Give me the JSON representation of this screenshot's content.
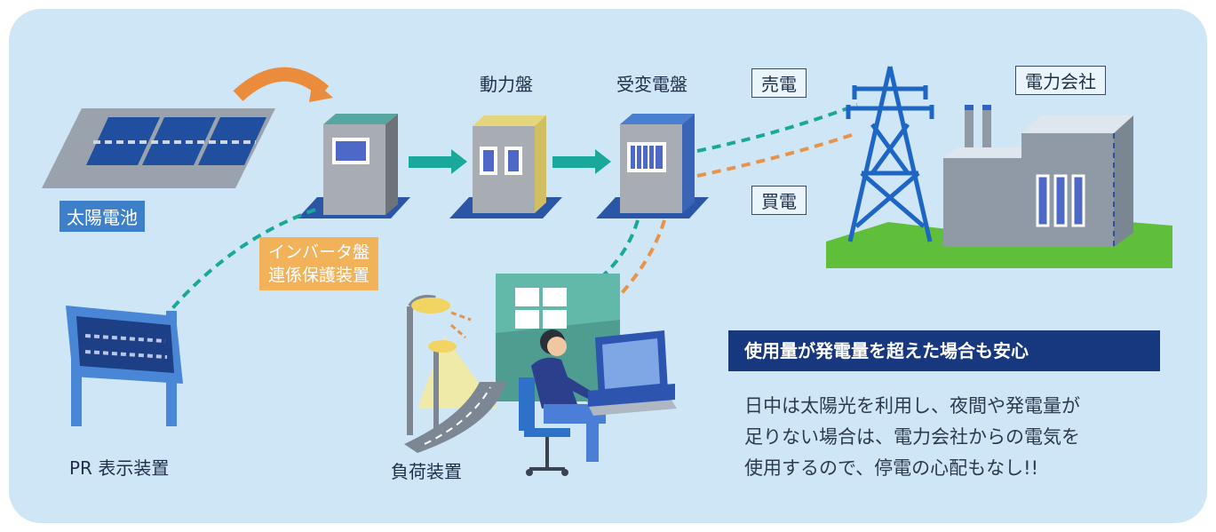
{
  "labels": {
    "solar": "太陽電池",
    "inverter_line1": "インバータ盤",
    "inverter_line2": "連係保護装置",
    "power_panel": "動力盤",
    "substation_panel": "受変電盤",
    "sell": "売電",
    "buy": "買電",
    "utility": "電力会社",
    "pr_display": "PR 表示装置",
    "load": "負荷装置"
  },
  "callout": {
    "heading": "使用量が発電量を超えた場合も安心",
    "lines": [
      "日中は太陽光を利用し、夜間や発電量が",
      "足りない場合は、電力会社からの電気を",
      "使用するので、停電の心配もなし!!"
    ]
  },
  "colors": {
    "background": "#cfe6f6",
    "panel_blue": "#1f4f9e",
    "teal_arrow": "#1aa89a",
    "orange_dash": "#e8924a",
    "green_ground": "#5fbf3a",
    "navy_heading": "#17377f",
    "label_tag_blue": "#3d7fc9",
    "label_tag_orange": "#f2b25a"
  }
}
